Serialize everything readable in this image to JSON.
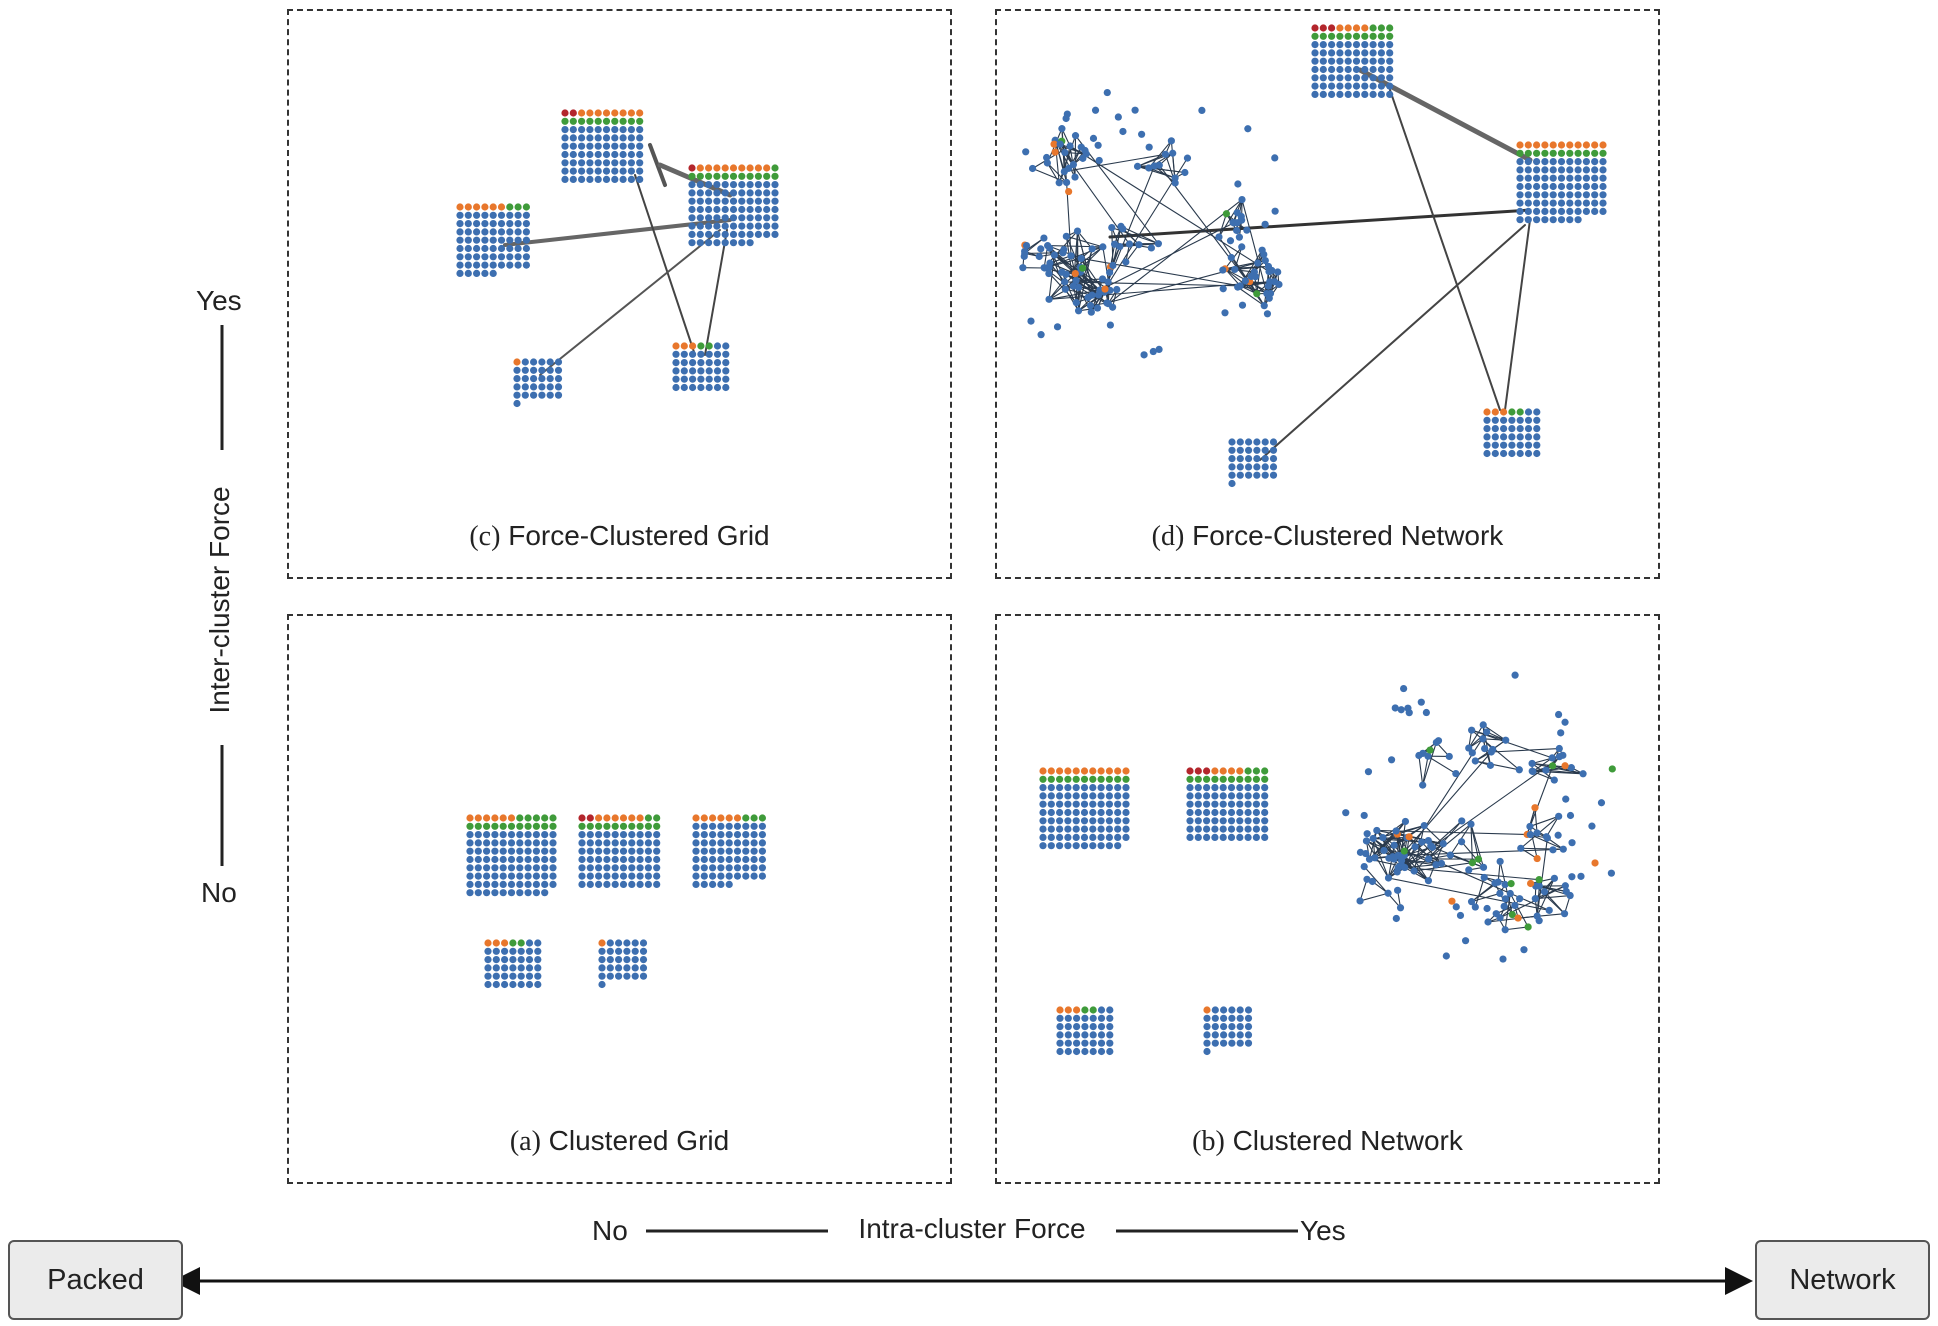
{
  "panels": {
    "c": {
      "letter": "(c)",
      "title": "Force-Clustered Grid"
    },
    "d": {
      "letter": "(d)",
      "title": "Force-Clustered Network"
    },
    "a": {
      "letter": "(a)",
      "title": "Clustered Grid"
    },
    "b": {
      "letter": "(b)",
      "title": "Clustered Network"
    }
  },
  "y_axis": {
    "title": "Inter-cluster Force",
    "top": "Yes",
    "bottom": "No"
  },
  "x_axis": {
    "title": "Intra-cluster Force",
    "left": "No",
    "right": "Yes"
  },
  "spectrum": {
    "left": "Packed",
    "right": "Network"
  },
  "colors": {
    "node": "#3d6fb0",
    "orange": "#e8772c",
    "red": "#b3262c",
    "green": "#3f9b3a",
    "edge": "#2a3a4d",
    "panel_border": "#333333",
    "end_box_fill": "#ebebeb"
  }
}
